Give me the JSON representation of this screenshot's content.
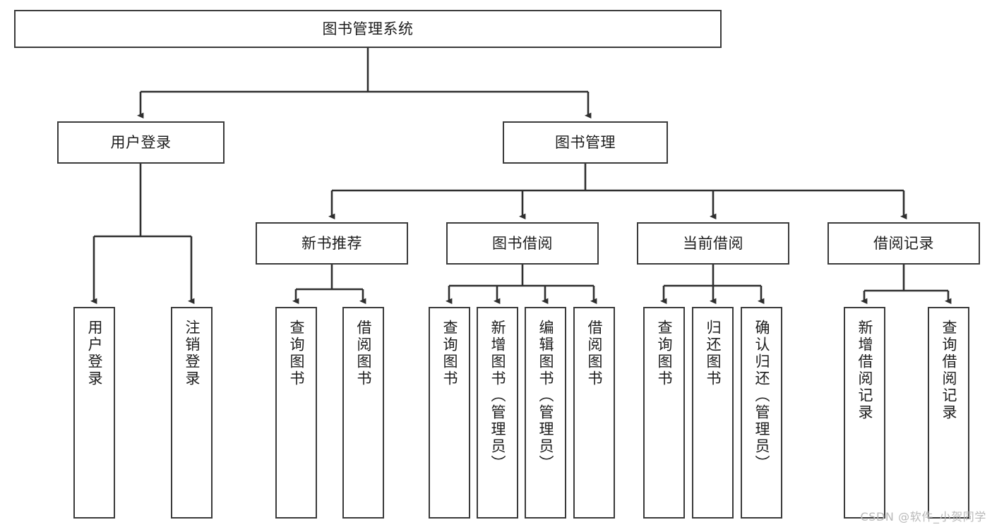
{
  "diagram": {
    "title": "图书管理系统",
    "type": "tree-hierarchy",
    "root": {
      "label": "图书管理系统"
    },
    "level1": [
      {
        "label": "用户登录"
      },
      {
        "label": "图书管理"
      }
    ],
    "level2": [
      {
        "label": "新书推荐"
      },
      {
        "label": "图书借阅"
      },
      {
        "label": "当前借阅"
      },
      {
        "label": "借阅记录"
      }
    ],
    "leaves": {
      "user_login": [
        {
          "label": "用户登录"
        },
        {
          "label": "注销登录"
        }
      ],
      "new_book_recommend": [
        {
          "label": "查询图书"
        },
        {
          "label": "借阅图书"
        }
      ],
      "book_borrow": [
        {
          "label": "查询图书"
        },
        {
          "label": "新增图书（管理员）"
        },
        {
          "label": "编辑图书（管理员）"
        },
        {
          "label": "借阅图书"
        }
      ],
      "current_borrow": [
        {
          "label": "查询图书"
        },
        {
          "label": "归还图书"
        },
        {
          "label": "确认归还（管理员）"
        }
      ],
      "borrow_record": [
        {
          "label": "新增借阅记录"
        },
        {
          "label": "查询借阅记录"
        }
      ]
    },
    "watermark": "CSDN @软件_小贺同学",
    "colors": {
      "stroke": "#3a3a3a",
      "fill": "#ffffff",
      "text": "#1d1d1d",
      "watermark": "#b9b9b9"
    }
  }
}
